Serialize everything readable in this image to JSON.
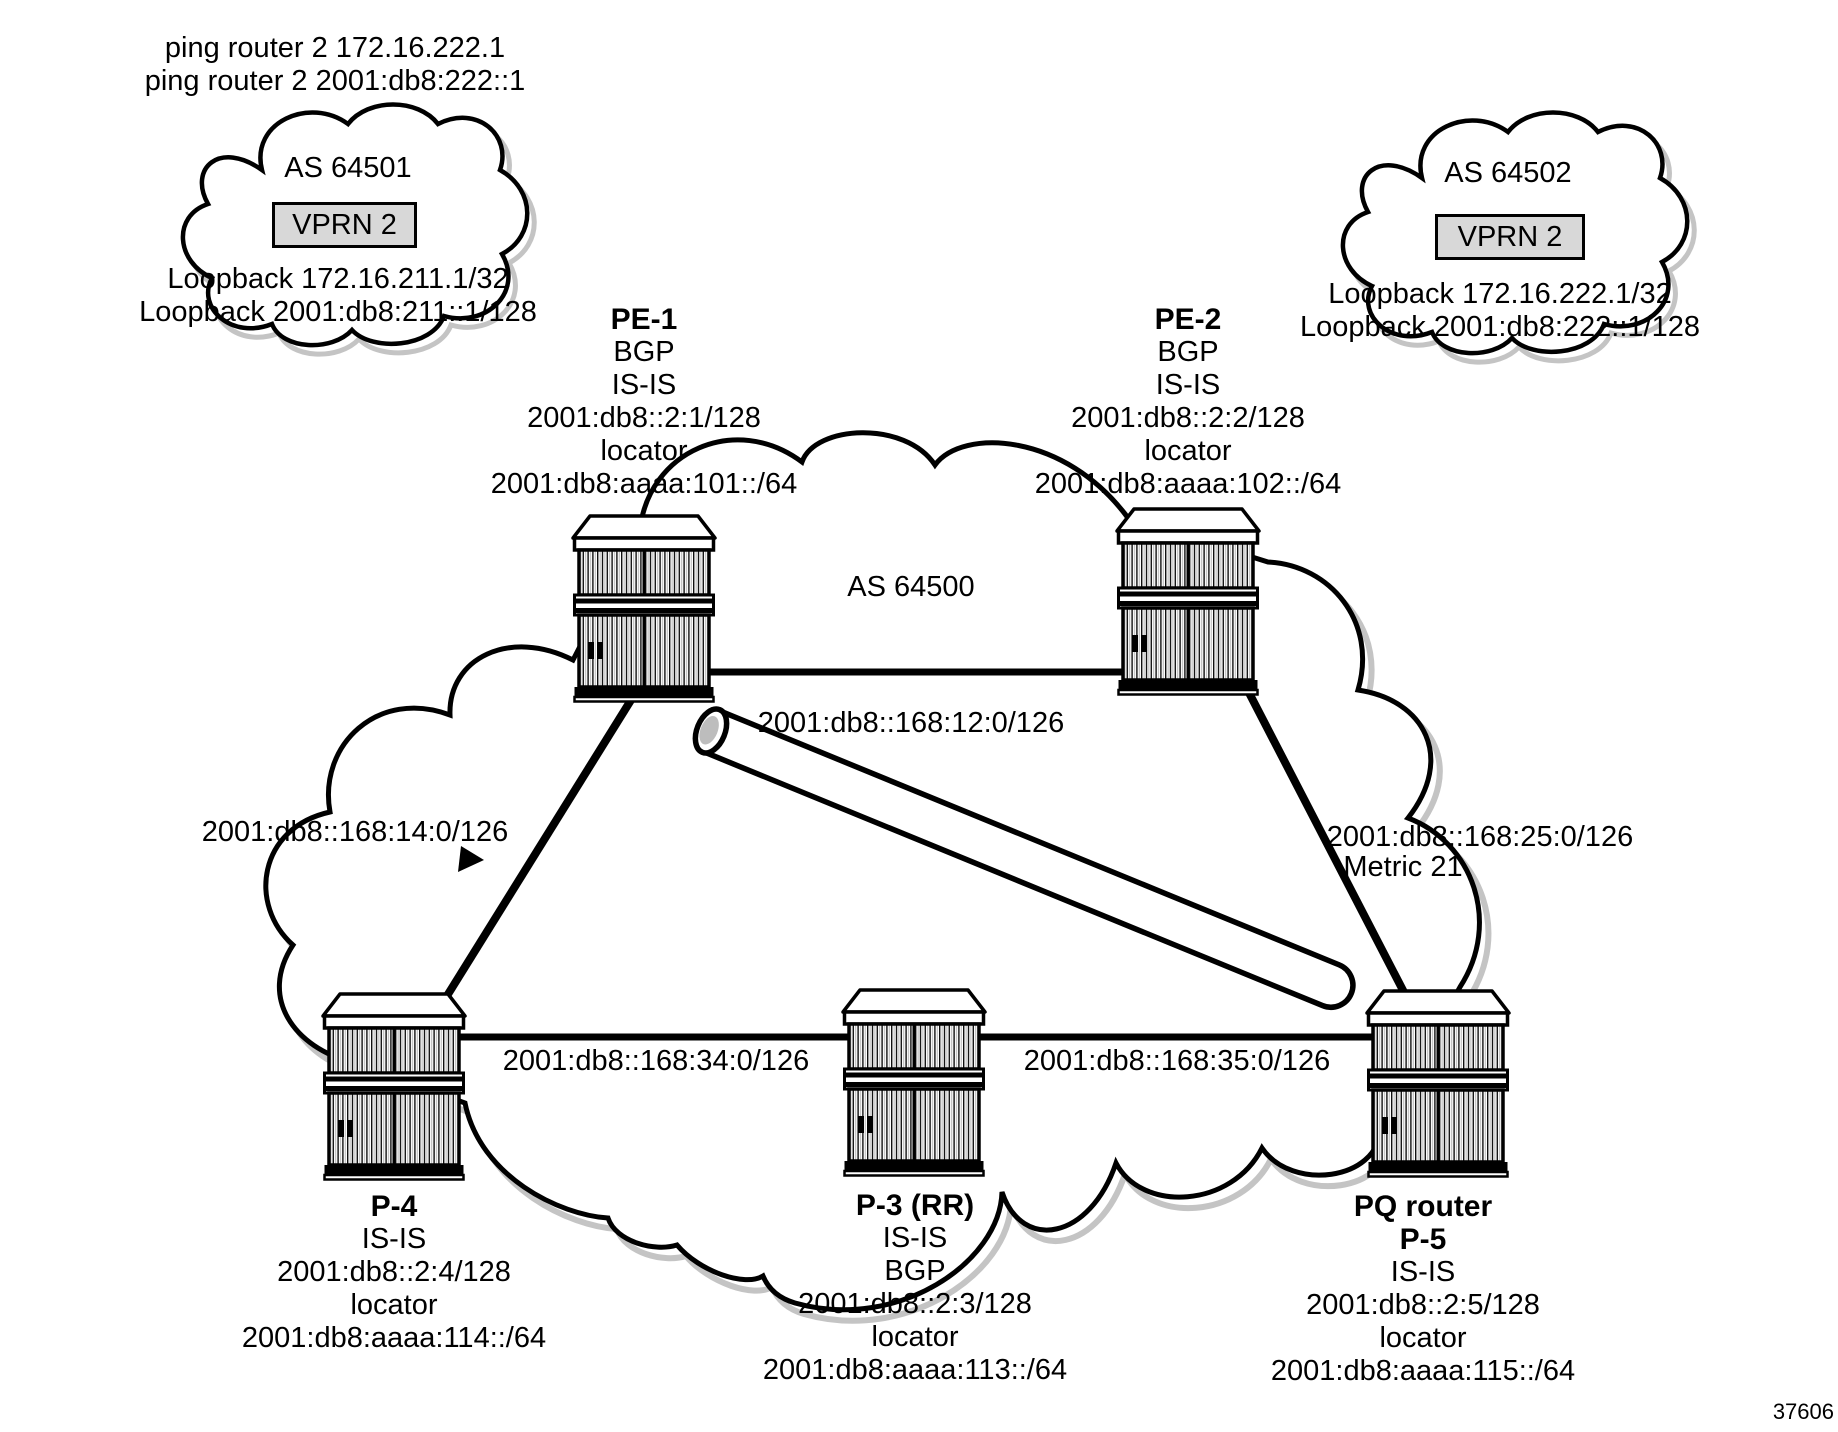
{
  "ping_commands": [
    "ping router 2 172.16.222.1",
    "ping router 2 2001:db8:222::1"
  ],
  "clouds": {
    "as64501": {
      "title": "AS 64501",
      "vprn": "VPRN 2",
      "loopbacks": [
        "Loopback 172.16.211.1/32",
        "Loopback 2001:db8:211::1/128"
      ]
    },
    "as64502": {
      "title": "AS 64502",
      "vprn": "VPRN 2",
      "loopbacks": [
        "Loopback 172.16.222.1/32",
        "Loopback 2001:db8:222::1/128"
      ]
    },
    "as64500": {
      "title": "AS 64500"
    }
  },
  "routers": {
    "pe1": {
      "name": "PE-1",
      "details": [
        "BGP",
        "IS-IS",
        "2001:db8::2:1/128",
        "locator",
        "2001:db8:aaaa:101::/64"
      ]
    },
    "pe2": {
      "name": "PE-2",
      "details": [
        "BGP",
        "IS-IS",
        "2001:db8::2:2/128",
        "locator",
        "2001:db8:aaaa:102::/64"
      ]
    },
    "p4": {
      "name": "P-4",
      "details": [
        "IS-IS",
        "2001:db8::2:4/128",
        "locator",
        "2001:db8:aaaa:114::/64"
      ]
    },
    "p3": {
      "name": "P-3 (RR)",
      "details": [
        "IS-IS",
        "BGP",
        "2001:db8::2:3/128",
        "locator",
        "2001:db8:aaaa:113::/64"
      ]
    },
    "p5": {
      "name": "PQ router",
      "name2": "P-5",
      "details": [
        "IS-IS",
        "2001:db8::2:5/128",
        "locator",
        "2001:db8:aaaa:115::/64"
      ]
    }
  },
  "links": {
    "pe1_pe2": {
      "label": "2001:db8::168:12:0/126"
    },
    "pe1_p4": {
      "label": "2001:db8::168:14:0/126"
    },
    "pe2_p5": {
      "label": "2001:db8::168:25:0/126",
      "metric": "Metric 21"
    },
    "p4_p3": {
      "label": "2001:db8::168:34:0/126"
    },
    "p3_p5": {
      "label": "2001:db8::168:35:0/126"
    }
  },
  "figure_number": "37606",
  "colors": {
    "background": "#ffffff",
    "line": "#000000",
    "cloud_fill": "#ffffff",
    "cloud_shadow": "#c4c4c4",
    "vprn_fill": "#d8d8d8",
    "tube_cap": "#bdbdbd",
    "stripe_gray": "#b5b5b5"
  }
}
